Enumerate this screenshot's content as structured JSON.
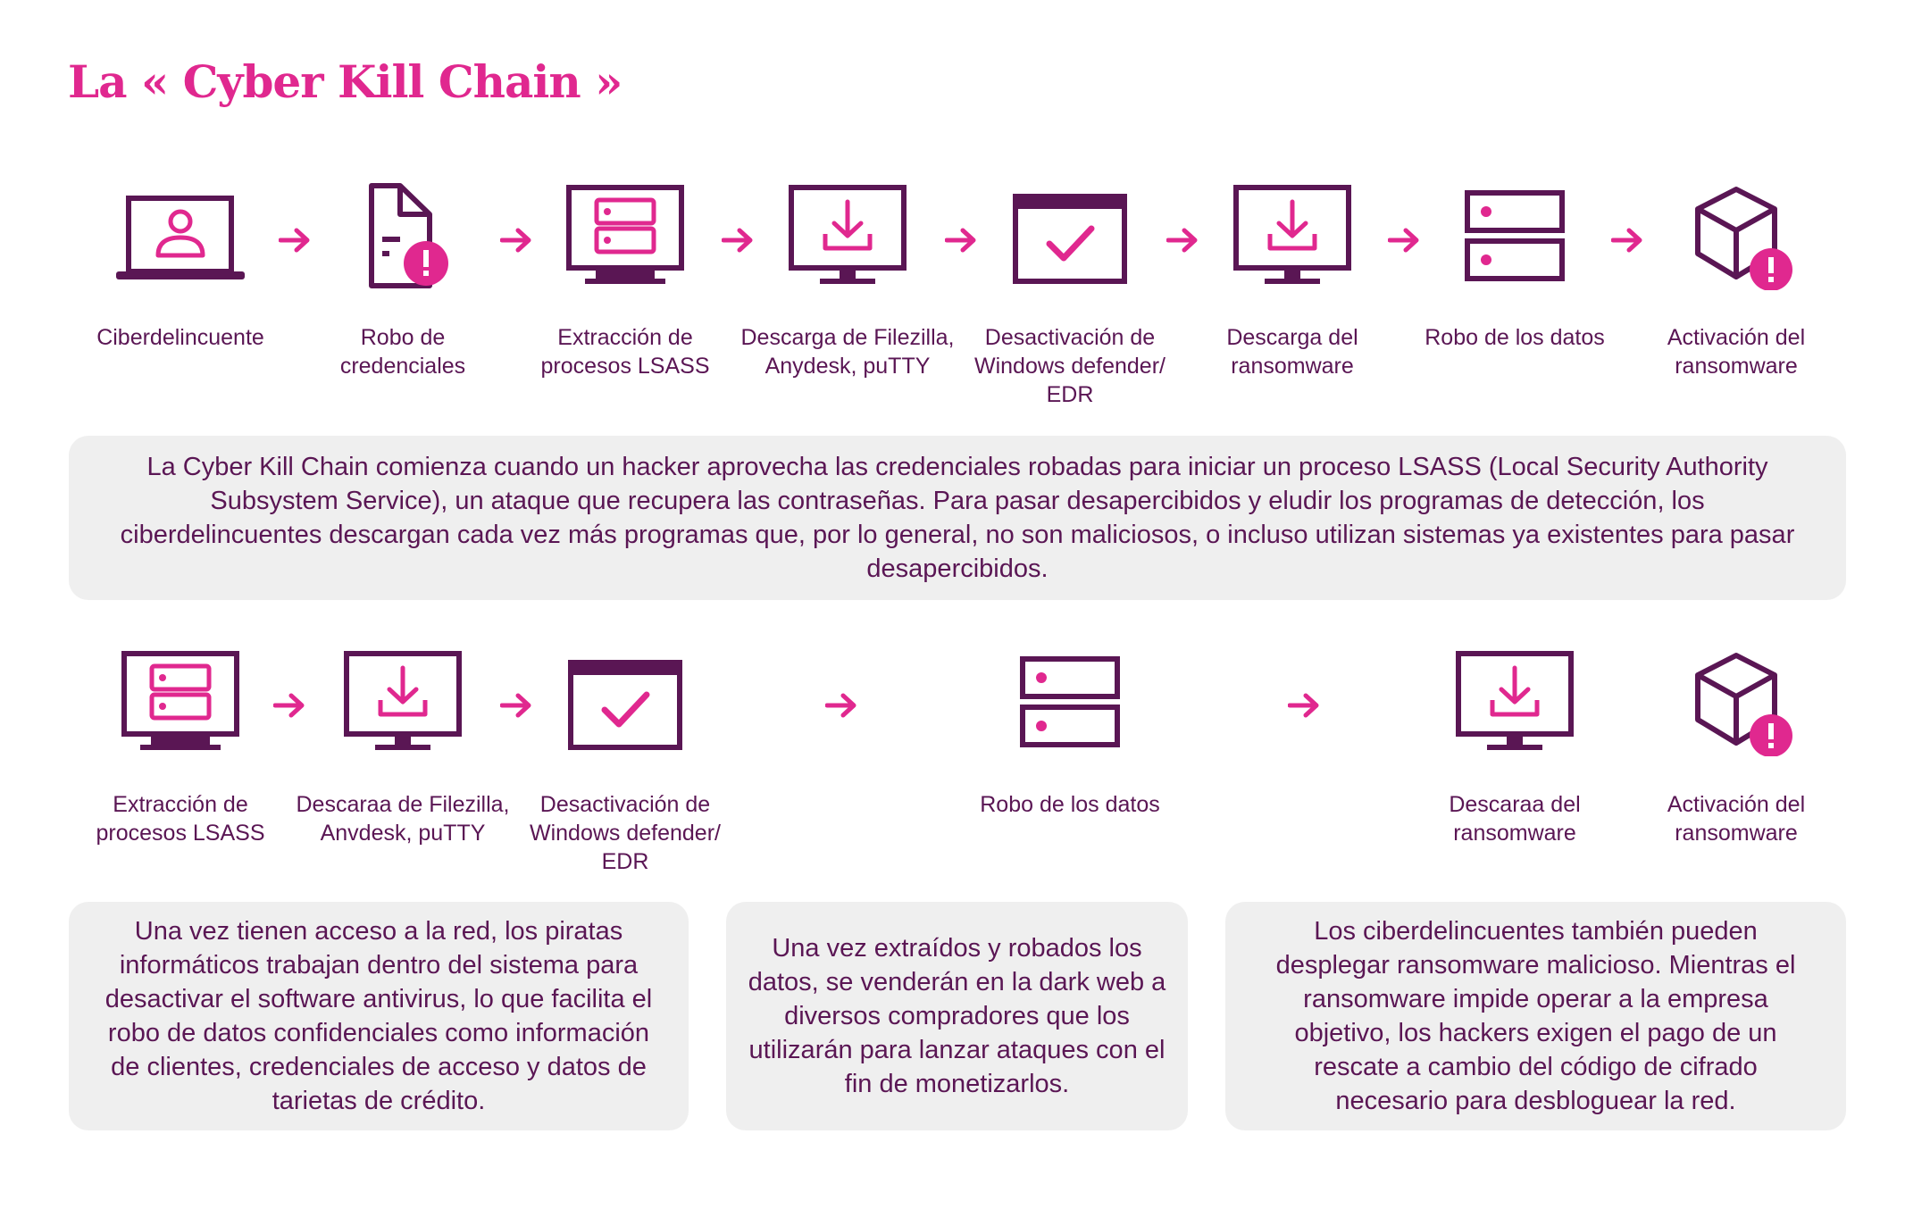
{
  "title": "La « Cyber Kill Chain »",
  "colors": {
    "accent": "#e0288f",
    "dark": "#5a1654",
    "panel": "#efefef"
  },
  "row1": [
    {
      "icon": "laptop-user-icon",
      "label": "Ciberdelincuente"
    },
    {
      "icon": "document-alert-icon",
      "label": "Robo de\ncredenciales"
    },
    {
      "icon": "monitor-server-icon",
      "label": "Extracción de\nprocesos LSASS"
    },
    {
      "icon": "monitor-download-icon",
      "label": "Descarga de Filezilla,\nAnydesk, puTTY"
    },
    {
      "icon": "window-check-icon",
      "label": "Desactivación de\nWindows defender/\nEDR"
    },
    {
      "icon": "monitor-download-icon",
      "label": "Descarga del\nransomware"
    },
    {
      "icon": "database-icon",
      "label": "Robo de los datos"
    },
    {
      "icon": "cube-alert-icon",
      "label": "Activación del\nransomware"
    }
  ],
  "summary": "La Cyber Kill Chain comienza cuando un hacker aprovecha las credenciales robadas para iniciar un proceso LSASS (Local Security Authority Subsystem Service), un ataque que recupera las contraseñas. Para pasar desapercibidos y eludir los programas de detección, los ciberdelincuentes descargan cada vez más programas que, por lo general, no son maliciosos, o incluso utilizan sistemas ya existentes para pasar desapercibidos.",
  "row2": [
    {
      "icon": "monitor-server-icon",
      "label": "Extracción de\nprocesos LSASS"
    },
    {
      "icon": "monitor-download-icon",
      "label": "Descaraa de Filezilla,\nAnvdesk, puTTY"
    },
    {
      "icon": "window-check-icon",
      "label": "Desactivación de\nWindows defender/\nEDR"
    },
    {
      "icon": "database-icon",
      "label": "Robo de los datos"
    },
    {
      "icon": "monitor-download-icon",
      "label": "Descaraa del\nransomware"
    },
    {
      "icon": "cube-alert-icon",
      "label": "Activación del\nransomware"
    }
  ],
  "notes": [
    "Una vez tienen acceso a la red, los piratas informáticos trabajan dentro del sistema para desactivar el software antivirus, lo que facilita el robo de datos confidenciales como información de clientes, credenciales de acceso y datos de tarietas de crédito.",
    "Una vez extraídos y robados los datos, se venderán en la dark web a diversos compradores que los utilizarán para lanzar ataques con el fin de monetizarlos.",
    "Los ciberdelincuentes también pueden desplegar ransomware malicioso. Mientras el ransomware impide operar a la empresa objetivo, los hackers exigen el pago de un rescate a cambio del código de cifrado necesario para desbloguear la red."
  ]
}
